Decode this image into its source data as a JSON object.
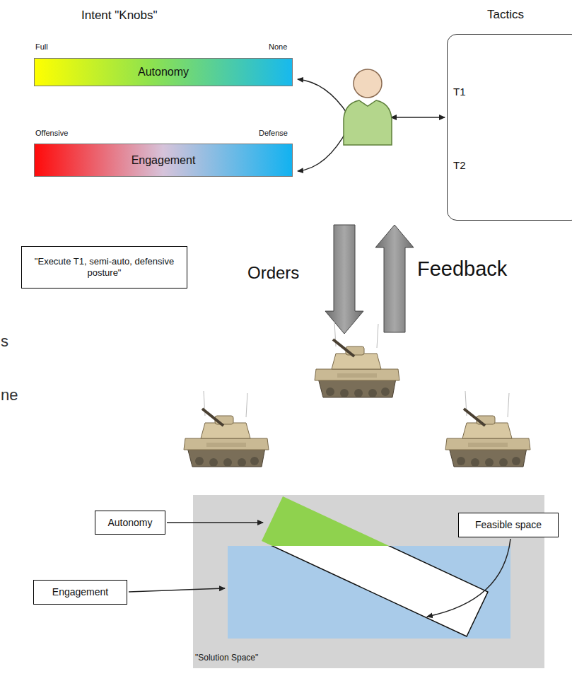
{
  "diagram": {
    "nodes": [
      {
        "text": [
          "Autonomy"
        ]
      },
      {
        "text": [
          "Engagement"
        ]
      },
      {
        "text": [
          "Tactics",
          "T1",
          "T2"
        ]
      },
      {
        "text": [
          "\"Execute T1, semi-auto, defensive posture\""
        ]
      },
      {
        "text": [
          "Autonomy"
        ]
      },
      {
        "text": [
          "Engagement"
        ]
      },
      {
        "text": [
          "Feasible space"
        ]
      }
    ],
    "labels": [
      "Intent \"Knobs\"",
      "Full",
      "None",
      "Offensive",
      "Defense",
      "Orders",
      "Feedback",
      "s",
      "ne",
      "\"Solution Space\""
    ]
  }
}
